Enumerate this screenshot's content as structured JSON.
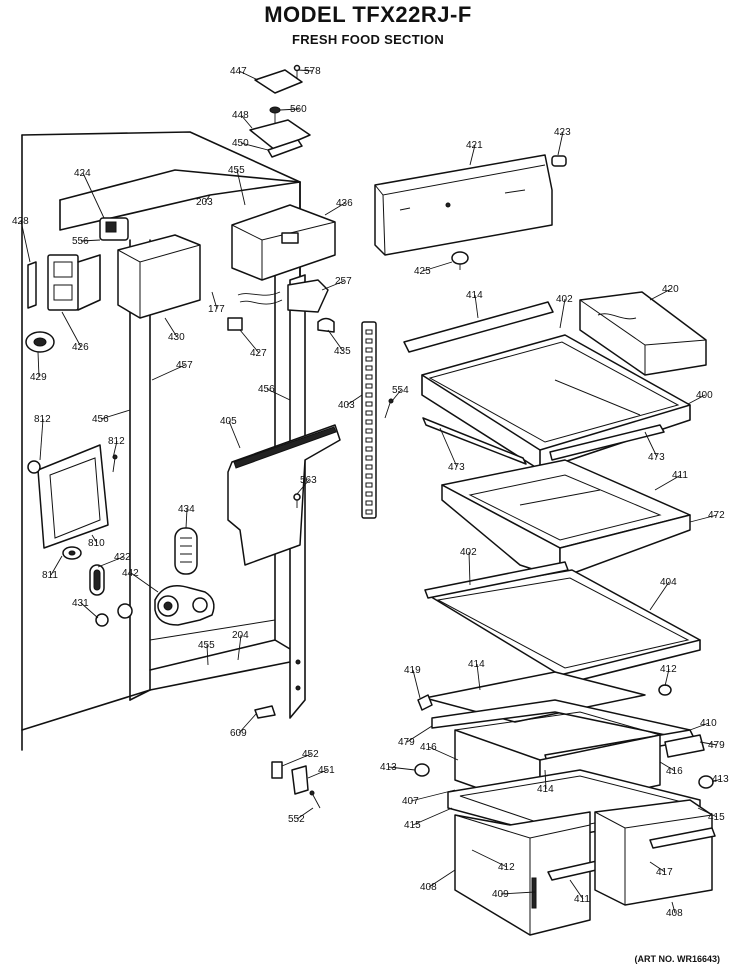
{
  "header": {
    "title": "MODEL TFX22RJ-F",
    "subtitle": "FRESH FOOD SECTION"
  },
  "footer": {
    "art_number": "(ART NO. WR16643)"
  },
  "callouts": [
    {
      "id": "c447",
      "text": "447"
    },
    {
      "id": "c578",
      "text": "578"
    },
    {
      "id": "c448",
      "text": "448"
    },
    {
      "id": "c560",
      "text": "560"
    },
    {
      "id": "c450",
      "text": "450"
    },
    {
      "id": "c421",
      "text": "421"
    },
    {
      "id": "c423",
      "text": "423"
    },
    {
      "id": "c424",
      "text": "424"
    },
    {
      "id": "c455a",
      "text": "455"
    },
    {
      "id": "c203",
      "text": "203"
    },
    {
      "id": "c436",
      "text": "436"
    },
    {
      "id": "c428",
      "text": "428"
    },
    {
      "id": "c556",
      "text": "556"
    },
    {
      "id": "c425",
      "text": "425"
    },
    {
      "id": "c257",
      "text": "257"
    },
    {
      "id": "c177",
      "text": "177"
    },
    {
      "id": "c426",
      "text": "426"
    },
    {
      "id": "c430",
      "text": "430"
    },
    {
      "id": "c427",
      "text": "427"
    },
    {
      "id": "c414a",
      "text": "414"
    },
    {
      "id": "c402a",
      "text": "402"
    },
    {
      "id": "c420",
      "text": "420"
    },
    {
      "id": "c435",
      "text": "435"
    },
    {
      "id": "c429",
      "text": "429"
    },
    {
      "id": "c457",
      "text": "457"
    },
    {
      "id": "c554",
      "text": "554"
    },
    {
      "id": "c400",
      "text": "400"
    },
    {
      "id": "c456a",
      "text": "456"
    },
    {
      "id": "c403",
      "text": "403"
    },
    {
      "id": "c812a",
      "text": "812"
    },
    {
      "id": "c456b",
      "text": "456"
    },
    {
      "id": "c405",
      "text": "405"
    },
    {
      "id": "c812b",
      "text": "812"
    },
    {
      "id": "c473a",
      "text": "473"
    },
    {
      "id": "c473b",
      "text": "473"
    },
    {
      "id": "c411a",
      "text": "411"
    },
    {
      "id": "c563",
      "text": "563"
    },
    {
      "id": "c434",
      "text": "434"
    },
    {
      "id": "c472",
      "text": "472"
    },
    {
      "id": "c810",
      "text": "810"
    },
    {
      "id": "c811",
      "text": "811"
    },
    {
      "id": "c432",
      "text": "432"
    },
    {
      "id": "c442",
      "text": "442"
    },
    {
      "id": "c402b",
      "text": "402"
    },
    {
      "id": "c404",
      "text": "404"
    },
    {
      "id": "c431",
      "text": "431"
    },
    {
      "id": "c455b",
      "text": "455"
    },
    {
      "id": "c204",
      "text": "204"
    },
    {
      "id": "c419",
      "text": "419"
    },
    {
      "id": "c414b",
      "text": "414"
    },
    {
      "id": "c412a",
      "text": "412"
    },
    {
      "id": "c609",
      "text": "609"
    },
    {
      "id": "c410",
      "text": "410"
    },
    {
      "id": "c479a",
      "text": "479"
    },
    {
      "id": "c416a",
      "text": "416"
    },
    {
      "id": "c479b",
      "text": "479"
    },
    {
      "id": "c452",
      "text": "452"
    },
    {
      "id": "c413a",
      "text": "413"
    },
    {
      "id": "c414c",
      "text": "414"
    },
    {
      "id": "c416b",
      "text": "416"
    },
    {
      "id": "c413b",
      "text": "413"
    },
    {
      "id": "c451",
      "text": "451"
    },
    {
      "id": "c407",
      "text": "407"
    },
    {
      "id": "c415a",
      "text": "415"
    },
    {
      "id": "c415b",
      "text": "415"
    },
    {
      "id": "c552",
      "text": "552"
    },
    {
      "id": "c412b",
      "text": "412"
    },
    {
      "id": "c417",
      "text": "417"
    },
    {
      "id": "c408a",
      "text": "408"
    },
    {
      "id": "c409",
      "text": "409"
    },
    {
      "id": "c411b",
      "text": "411"
    },
    {
      "id": "c408b",
      "text": "408"
    }
  ]
}
